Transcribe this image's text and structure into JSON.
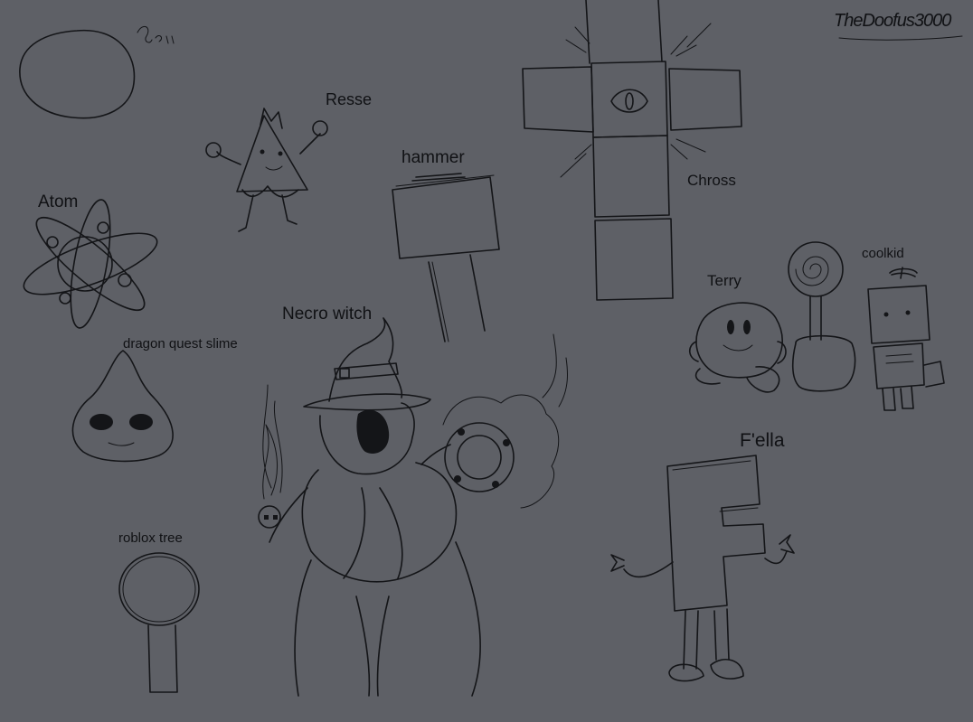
{
  "labels": {
    "resse": "Resse",
    "hammer": "hammer",
    "chross": "Chross",
    "atom": "Atom",
    "necro_witch": "Necro witch",
    "dragon_quest_slime": "dragon quest slime",
    "terry": "Terry",
    "coolkid": "coolkid",
    "fella": "F'ella",
    "roblox_tree": "roblox tree"
  },
  "signature": "TheDoofus3000",
  "colors": {
    "background": "#5e6066",
    "ink": "#141518"
  }
}
